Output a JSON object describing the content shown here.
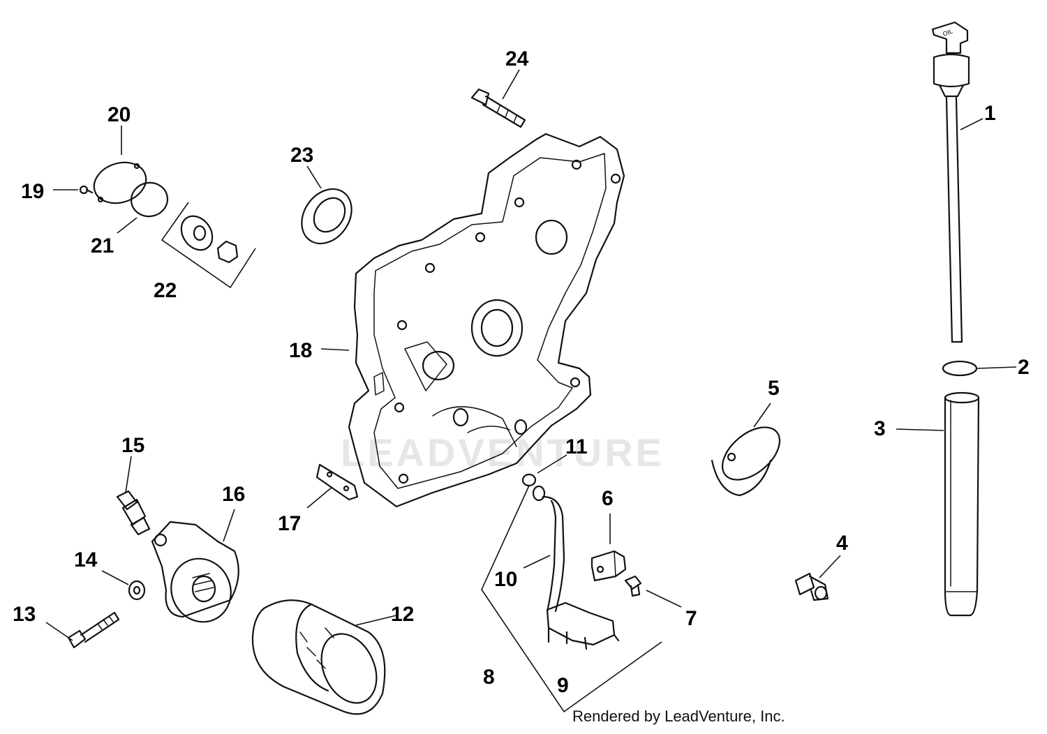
{
  "watermark": "LEADVENTURE",
  "credit": "Rendered by LeadVenture, Inc.",
  "dipstick_text": "OIL",
  "callouts": {
    "c1": "1",
    "c2": "2",
    "c3": "3",
    "c4": "4",
    "c5": "5",
    "c6": "6",
    "c7": "7",
    "c8": "8",
    "c9": "9",
    "c10": "10",
    "c11": "11",
    "c12": "12",
    "c13": "13",
    "c14": "14",
    "c15": "15",
    "c16": "16",
    "c17": "17",
    "c18": "18",
    "c19": "19",
    "c20": "20",
    "c21": "21",
    "c22": "22",
    "c23": "23",
    "c24": "24"
  }
}
